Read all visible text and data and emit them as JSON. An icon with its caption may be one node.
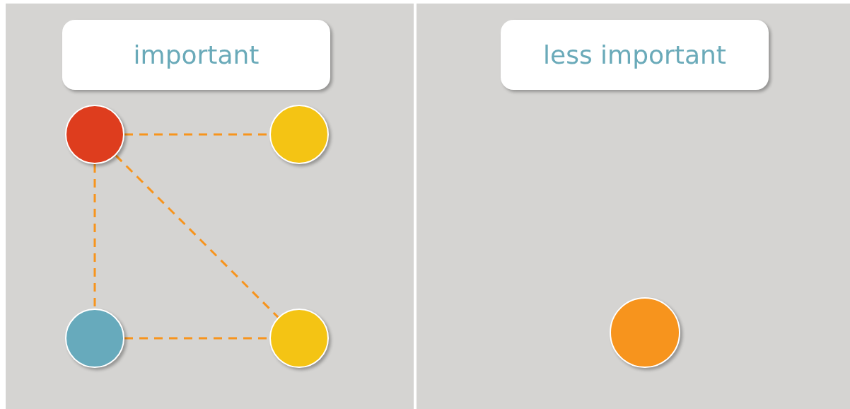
{
  "diagram": {
    "nodes": [
      {
        "text": [
          "important"
        ]
      },
      {
        "text": [],
        "shape": "circle"
      },
      {
        "text": [],
        "shape": "circle"
      },
      {
        "text": [],
        "shape": "circle"
      },
      {
        "text": [],
        "shape": "circle"
      },
      {
        "text": [
          "less important"
        ]
      },
      {
        "text": [],
        "shape": "circle"
      }
    ],
    "edges": [
      {
        "from": 1,
        "to": 2,
        "arrow": "none",
        "style": "dashed"
      },
      {
        "from": 1,
        "to": 3,
        "arrow": "none",
        "style": "dashed"
      },
      {
        "from": 1,
        "to": 4,
        "arrow": "none",
        "style": "dashed"
      },
      {
        "from": 3,
        "to": 4,
        "arrow": "none",
        "style": "dashed"
      }
    ]
  }
}
